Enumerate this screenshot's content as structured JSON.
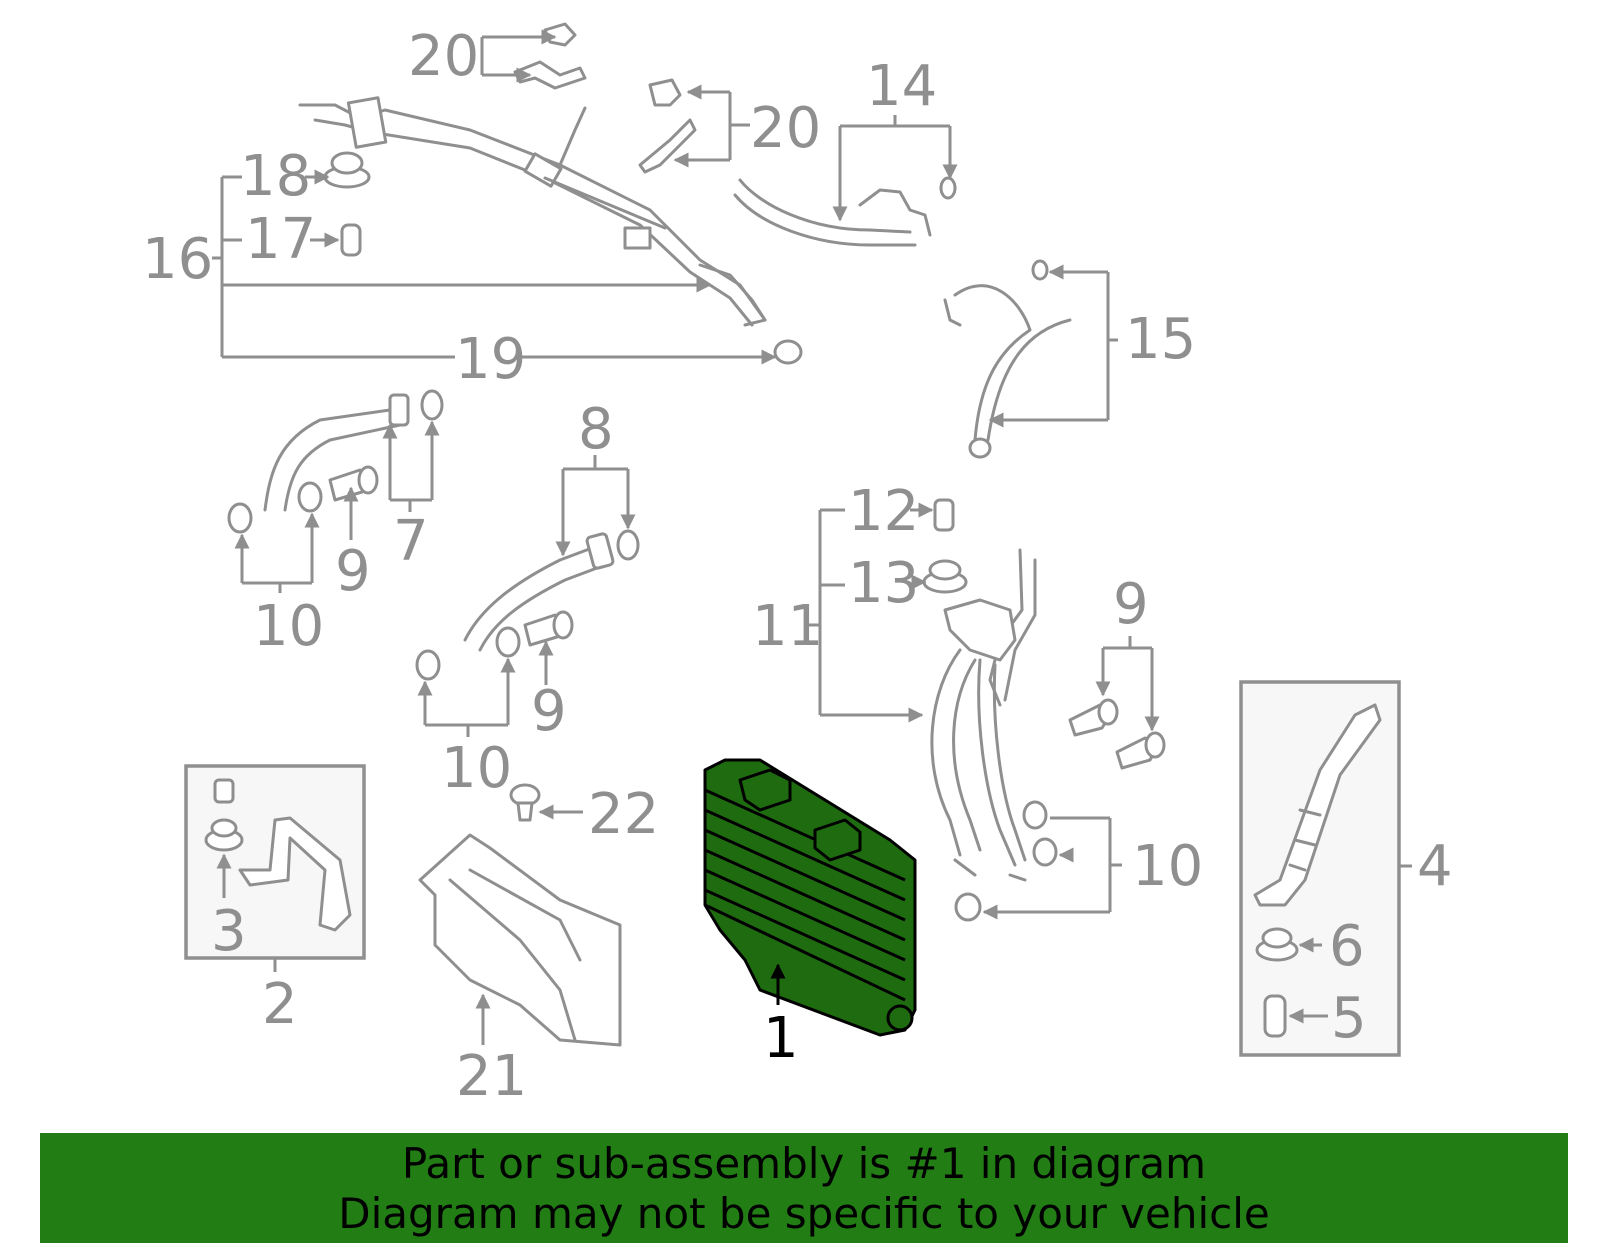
{
  "callouts": {
    "n1": "1",
    "n2": "2",
    "n3": "3",
    "n4": "4",
    "n5": "5",
    "n6": "6",
    "n7": "7",
    "n8": "8",
    "n9a": "9",
    "n9b": "9",
    "n9c": "9",
    "n10a": "10",
    "n10b": "10",
    "n10c": "10",
    "n11": "11",
    "n12": "12",
    "n13": "13",
    "n14": "14",
    "n15": "15",
    "n16": "16",
    "n17": "17",
    "n18": "18",
    "n19": "19",
    "n20a": "20",
    "n20b": "20",
    "n21": "21",
    "n22": "22"
  },
  "highlight": {
    "part_number": "1",
    "color": "#1e6b10"
  },
  "banner": {
    "line1": "Part or sub-assembly is #1 in diagram",
    "line2": "Diagram may not be specific to your vehicle",
    "background": "#217d14"
  }
}
